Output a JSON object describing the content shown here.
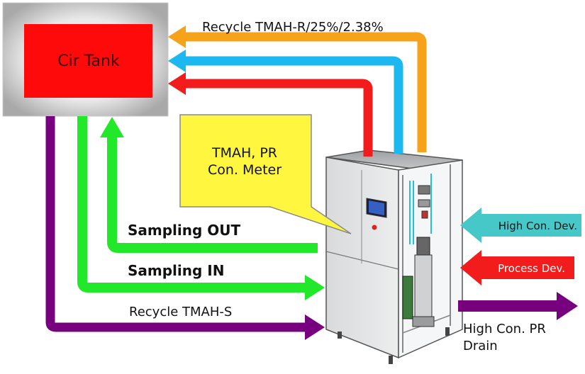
{
  "tank": {
    "label": "Cir Tank"
  },
  "meter_callout": {
    "line1": "TMAH, PR",
    "line2": "Con. Meter"
  },
  "flows": {
    "recycle_r": "Recycle TMAH-R/25%/2.38%",
    "sampling_out": "Sampling OUT",
    "sampling_in": "Sampling IN",
    "recycle_s": "Recycle TMAH-S",
    "high_con_dev": "High Con. Dev.",
    "process_dev": "Process Dev.",
    "drain_line1": "High Con. PR",
    "drain_line2": "Drain"
  },
  "colors": {
    "orange": "#F7A21B",
    "cyan": "#1EB8F0",
    "red": "#F21C1C",
    "green": "#22E82A",
    "purple": "#77007F",
    "teal": "#46C8C8",
    "callout_yellow": "#FFF640",
    "tank_red": "#FF0A0A"
  }
}
